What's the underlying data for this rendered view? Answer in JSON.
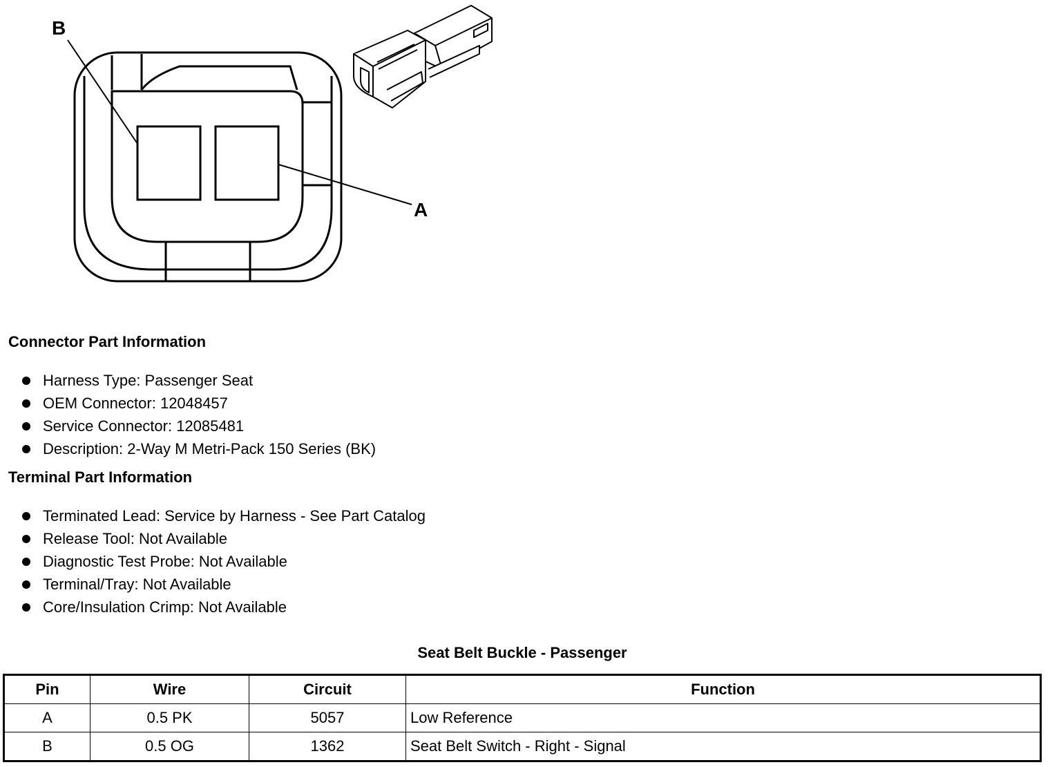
{
  "diagram": {
    "callout_b": "B",
    "callout_a": "A"
  },
  "connector_info": {
    "heading": "Connector Part Information",
    "items": [
      "Harness Type: Passenger Seat",
      "OEM Connector: 12048457",
      "Service Connector: 12085481",
      "Description: 2-Way M Metri-Pack 150 Series (BK)"
    ]
  },
  "terminal_info": {
    "heading": "Terminal Part Information",
    "items": [
      "Terminated Lead: Service by Harness - See Part Catalog",
      "Release Tool: Not Available",
      "Diagnostic Test Probe: Not Available",
      "Terminal/Tray: Not Available",
      "Core/Insulation Crimp: Not Available"
    ]
  },
  "table": {
    "title": "Seat Belt Buckle - Passenger",
    "headers": [
      "Pin",
      "Wire",
      "Circuit",
      "Function"
    ],
    "rows": [
      [
        "A",
        "0.5 PK",
        "5057",
        "Low Reference"
      ],
      [
        "B",
        "0.5 OG",
        "1362",
        "Seat Belt Switch - Right - Signal"
      ]
    ]
  }
}
